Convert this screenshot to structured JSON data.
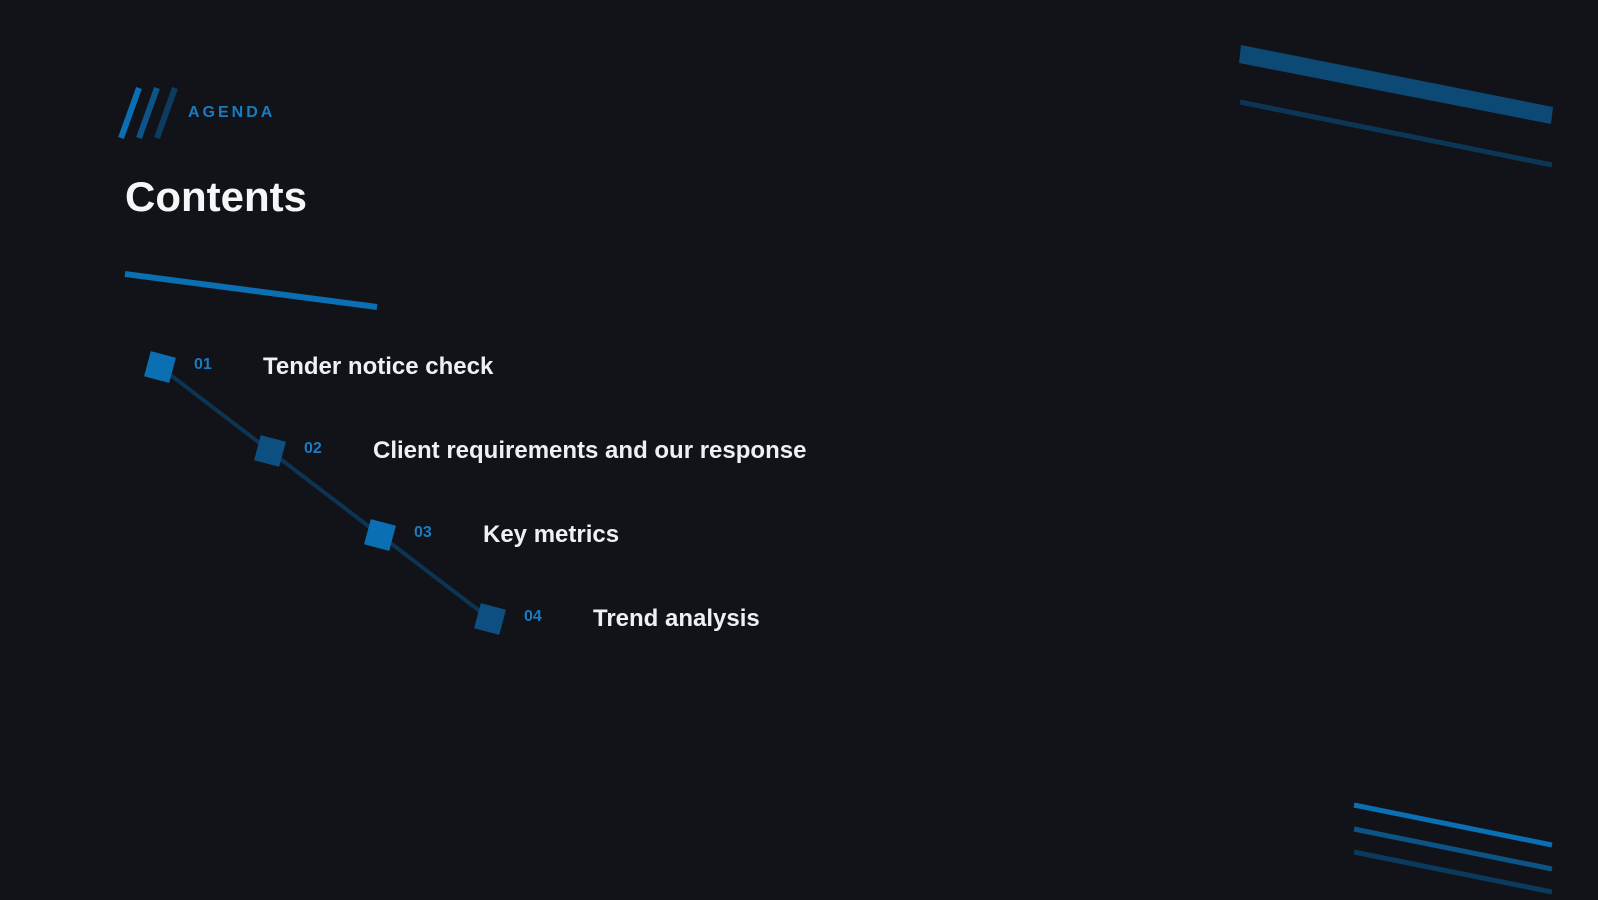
{
  "header": {
    "kicker": "AGENDA",
    "title": "Contents"
  },
  "agenda": {
    "items": [
      {
        "number": "01",
        "label": "Tender notice check"
      },
      {
        "number": "02",
        "label": "Client requirements and our response"
      },
      {
        "number": "03",
        "label": "Key metrics"
      },
      {
        "number": "04",
        "label": "Trend analysis"
      }
    ]
  },
  "colors": {
    "background": "#111318",
    "accent": "#0b6fb3",
    "accent_dark": "#0a4a78",
    "text": "#eef0f3"
  }
}
